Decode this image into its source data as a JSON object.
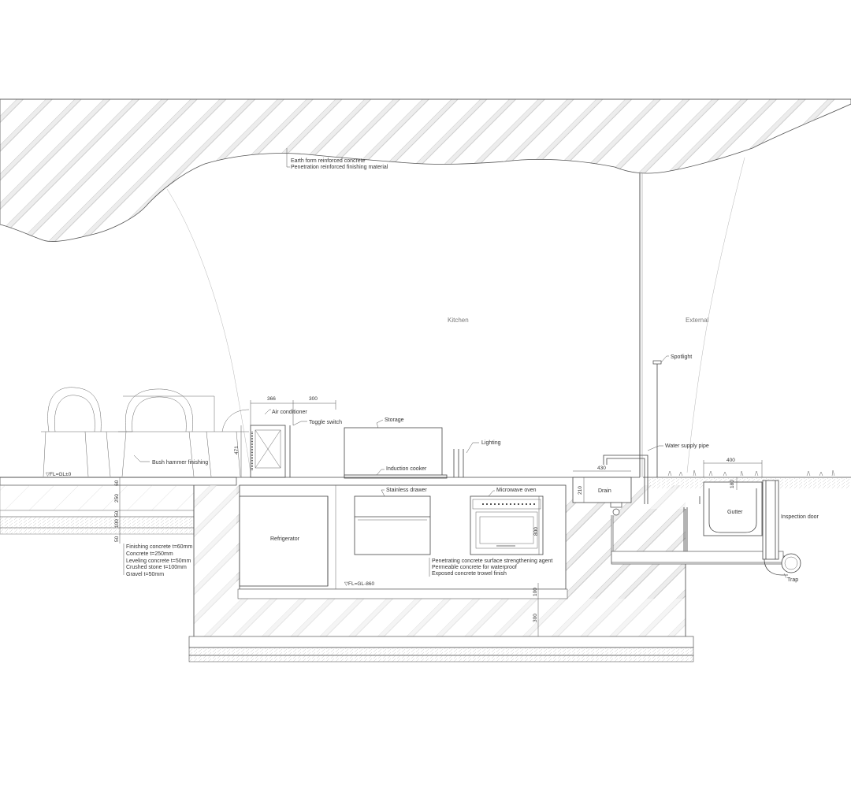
{
  "palette": {
    "line": "#444444",
    "hatch": "#c8c8c8",
    "background": "#ffffff",
    "text": "#333333"
  },
  "spaces": {
    "kitchen": "Kitchen",
    "external": "External"
  },
  "roof": {
    "notes": [
      "Earth form reinforced concrete",
      "Penetration reinforced finishing material"
    ]
  },
  "labels": {
    "air_conditioner": "Air conditioner",
    "toggle_switch": "Toggle switch",
    "storage": "Storage",
    "lighting": "Lighting",
    "induction_cooker": "Induction cooker",
    "bush_hammer": "Bush hammer finishing",
    "spotlight": "Spotlight",
    "water_supply": "Water supply pipe",
    "stainless_drawer": "Stainless drawer",
    "microwave": "Microwave oven",
    "refrigerator": "Refrigerator",
    "drain": "Drain",
    "gutter": "Gutter",
    "inspection_door": "Inspection door",
    "trap": "Trap"
  },
  "levels": {
    "floor": "▽FL=GL±0",
    "pit": "▽FL=GL-860"
  },
  "floor_layers": [
    "Finishing concrete t=60mm",
    "Concrete t=250mm",
    "Leveling concrete t=50mm",
    "Crushed stone t=100mm",
    "Gravel t=50mm"
  ],
  "pit_finishes": [
    "Penetrating concrete surface strengthening agent",
    "Permeable concrete for waterproof",
    "Exposed concrete trowel finish"
  ],
  "dimensions": {
    "ac_width": "366",
    "ac_gap": "300",
    "ac_height": "471",
    "drain_width": "430",
    "drain_height": "210",
    "gutter_width": "400",
    "gutter_depth": "180",
    "microwave_height": "800",
    "slab_bottom": "100",
    "base_depth": "300",
    "floor_stack": [
      "60",
      "250",
      "50",
      "100",
      "50"
    ]
  }
}
